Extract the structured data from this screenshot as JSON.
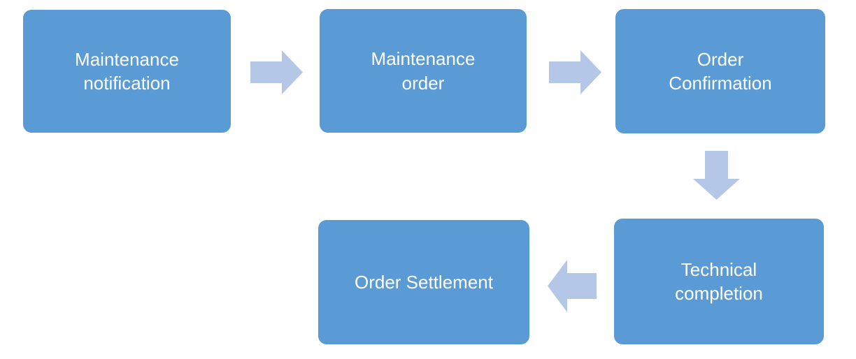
{
  "diagram": {
    "type": "flowchart",
    "colors": {
      "box_fill": "#5B9BD5",
      "box_text": "#ffffff",
      "arrow_fill": "#B4C7E7",
      "background": "#ffffff"
    },
    "nodes": [
      {
        "id": "maintenance-notification",
        "label": "Maintenance\nnotification"
      },
      {
        "id": "maintenance-order",
        "label": "Maintenance\norder"
      },
      {
        "id": "order-confirmation",
        "label": "Order\nConfirmation"
      },
      {
        "id": "technical-completion",
        "label": "Technical\ncompletion"
      },
      {
        "id": "order-settlement",
        "label": "Order Settlement"
      }
    ],
    "connections": [
      {
        "from": "maintenance-notification",
        "to": "maintenance-order",
        "direction": "right"
      },
      {
        "from": "maintenance-order",
        "to": "order-confirmation",
        "direction": "right"
      },
      {
        "from": "order-confirmation",
        "to": "technical-completion",
        "direction": "down"
      },
      {
        "from": "technical-completion",
        "to": "order-settlement",
        "direction": "left"
      }
    ]
  }
}
